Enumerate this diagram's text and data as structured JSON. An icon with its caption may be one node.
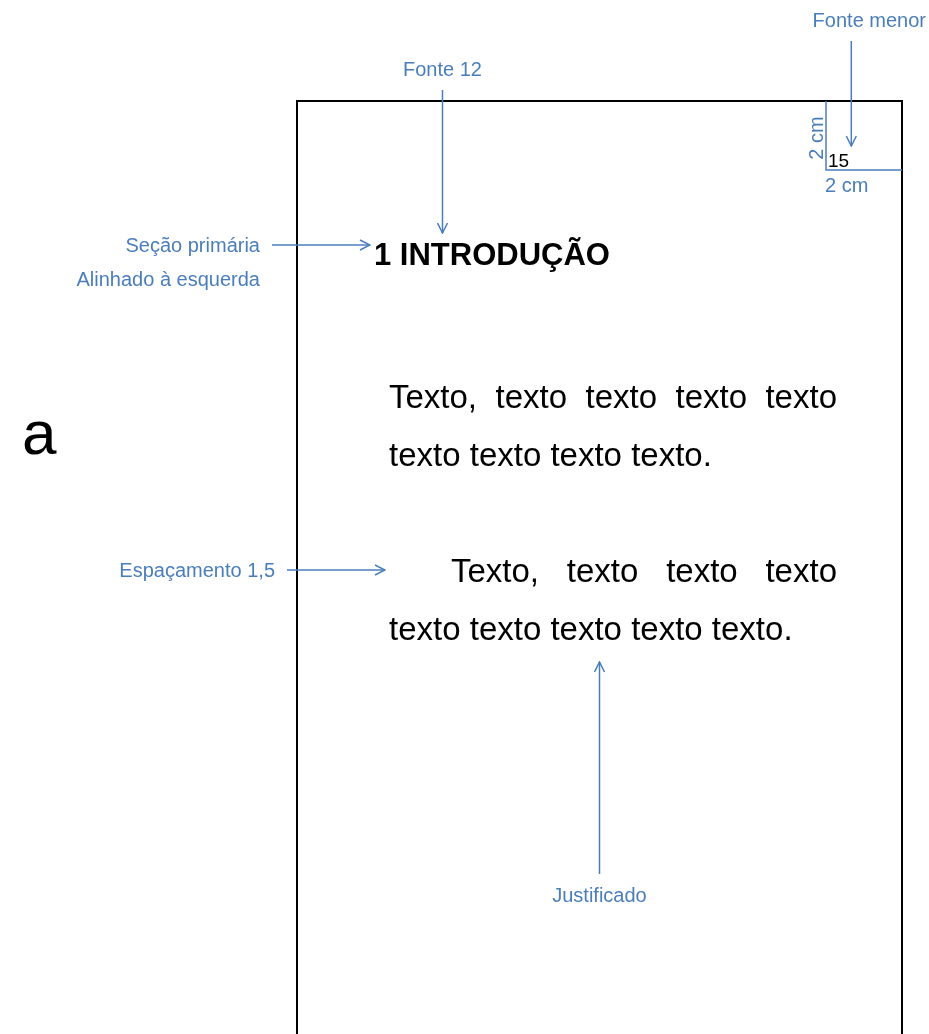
{
  "diagram": {
    "nodes": [
      {
        "text": [],
        "shape": "box"
      },
      {
        "text": [
          "15"
        ],
        "in": 0
      },
      {
        "text": [
          "1 INTRODUÇÃO"
        ],
        "in": 0
      },
      {
        "text": [
          "Texto, texto texto texto texto texto texto texto texto."
        ],
        "in": 0
      },
      {
        "text": [
          "Texto, texto texto texto texto texto texto texto texto."
        ],
        "in": 0
      },
      {
        "text": [
          "Fonte menor"
        ]
      },
      {
        "text": [
          "Fonte 12"
        ]
      },
      {
        "text": [
          "Seção primária Alinhado à esquerda"
        ]
      },
      {
        "text": [
          "Espaçamento 1,5"
        ]
      },
      {
        "text": [
          "Justificado"
        ],
        "in": 0
      }
    ],
    "edges": [
      {
        "from": 5,
        "to": 1,
        "arrow": "to"
      },
      {
        "from": 6,
        "to": 2,
        "arrow": "to"
      },
      {
        "from": 7,
        "to": 2,
        "arrow": "to"
      },
      {
        "from": 8,
        "to": 4,
        "arrow": "to"
      },
      {
        "from": 9,
        "to": 4,
        "arrow": "to"
      }
    ],
    "labels": [
      "2 cm",
      "2 cm",
      "a"
    ]
  }
}
